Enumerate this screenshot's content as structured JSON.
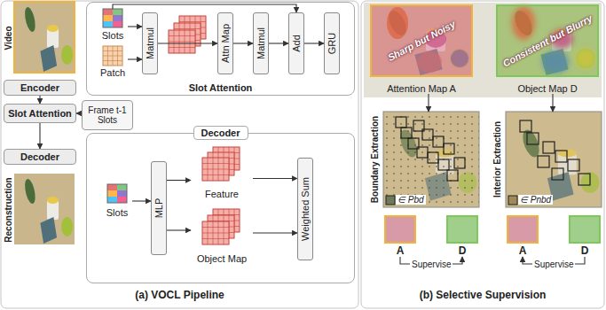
{
  "diagram": {
    "nodes": [
      {
        "text": [
          "Encoder"
        ]
      },
      {
        "text": [
          "Slot Attention"
        ]
      },
      {
        "text": [
          "Frame t-1 Slots"
        ]
      },
      {
        "text": [
          "Decoder"
        ]
      },
      {
        "text": [
          "Slot Attention"
        ]
      },
      {
        "text": [
          "Slots"
        ],
        "in": 4
      },
      {
        "text": [
          "Patch"
        ],
        "in": 4
      },
      {
        "text": [
          "Matmul"
        ],
        "in": 4
      },
      {
        "text": [
          "Attn Map"
        ],
        "in": 4
      },
      {
        "text": [
          "Matmul"
        ],
        "in": 4
      },
      {
        "text": [
          "Add"
        ],
        "in": 4
      },
      {
        "text": [
          "GRU"
        ],
        "in": 4
      },
      {
        "text": [
          "Decoder"
        ]
      },
      {
        "text": [
          "Slots"
        ],
        "in": 12
      },
      {
        "text": [
          "MLP"
        ],
        "in": 12
      },
      {
        "text": [
          "Feature"
        ],
        "in": 12
      },
      {
        "text": [
          "Object Map"
        ],
        "in": 12
      },
      {
        "text": [
          "Weighted Sum"
        ],
        "in": 12
      },
      {
        "text": [
          "Attention Map A",
          "Sharp but Noisy"
        ]
      },
      {
        "text": [
          "Object Map D",
          "Consistent but Blurry"
        ]
      },
      {
        "text": [
          "∈ Pbd"
        ]
      },
      {
        "text": [
          "∈ Pnbd"
        ]
      },
      {
        "text": [
          "A"
        ]
      },
      {
        "text": [
          "D"
        ]
      },
      {
        "text": [
          "A"
        ]
      },
      {
        "text": [
          "D"
        ]
      }
    ],
    "edges": [
      {
        "from": 0,
        "to": 1,
        "arrow": "to"
      },
      {
        "from": 1,
        "to": 3,
        "arrow": "to"
      },
      {
        "from": 2,
        "to": 1,
        "arrow": "to"
      },
      {
        "from": 5,
        "to": 7,
        "arrow": "to"
      },
      {
        "from": 6,
        "to": 7,
        "arrow": "to"
      },
      {
        "from": 7,
        "to": 8,
        "arrow": "to"
      },
      {
        "from": 8,
        "to": 9,
        "arrow": "to"
      },
      {
        "from": 9,
        "to": 10,
        "arrow": "to"
      },
      {
        "from": 10,
        "to": 11,
        "arrow": "to"
      },
      {
        "from": 5,
        "to": 10,
        "arrow": "to"
      },
      {
        "from": 13,
        "to": 14,
        "arrow": "to"
      },
      {
        "from": 14,
        "to": 15,
        "arrow": "to"
      },
      {
        "from": 14,
        "to": 16,
        "arrow": "to"
      },
      {
        "from": 15,
        "to": 17,
        "arrow": "to"
      },
      {
        "from": 16,
        "to": 17,
        "arrow": "to"
      },
      {
        "from": 18,
        "to": 20,
        "arrow": "to"
      },
      {
        "from": 19,
        "to": 21,
        "arrow": "to"
      },
      {
        "from": 22,
        "to": 23,
        "label": "Supervise",
        "arrow": "to"
      },
      {
        "from": 25,
        "to": 24,
        "label": "Supervise",
        "arrow": "to"
      }
    ],
    "labels": [
      "Video",
      "Reconstruction",
      "Boundary Extraction",
      "Interior Extraction",
      "(a) VOCL Pipeline",
      "(b) Selective Supervision"
    ]
  }
}
